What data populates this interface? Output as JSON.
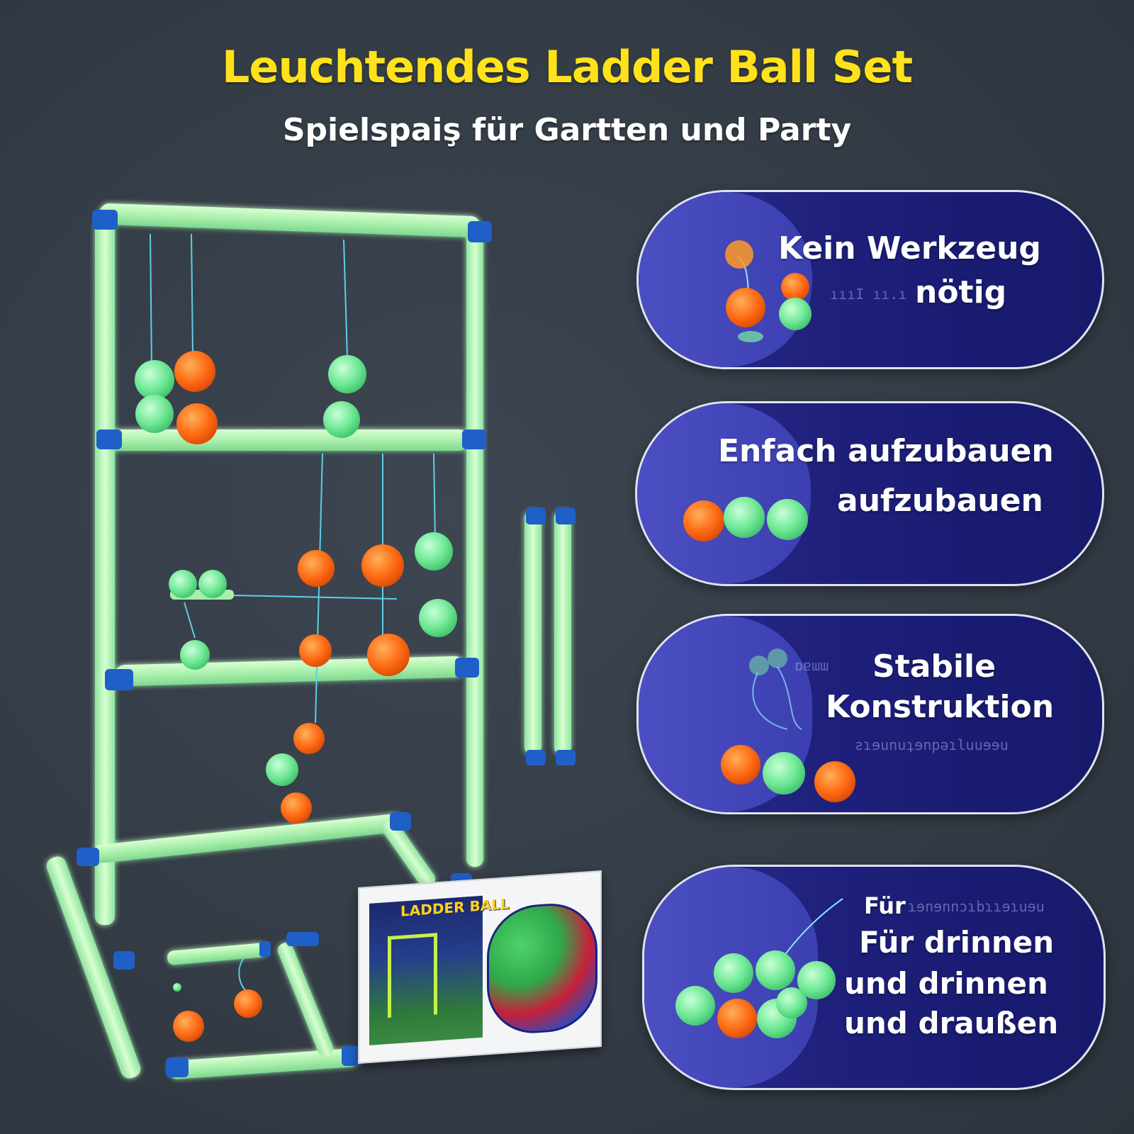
{
  "header": {
    "title": "Leuchtendes Ladder Ball Set",
    "subtitle": "Spielspaiş für Gartten und Party"
  },
  "features": [
    {
      "lines": [
        "Kein Werkzeug",
        "nötig"
      ]
    },
    {
      "lines": [
        "Enfach aufzubauen",
        "aufzubauen"
      ]
    },
    {
      "lines": [
        "Stabile",
        "Konstruktion"
      ]
    },
    {
      "lines": [
        "Für",
        "Für drinnen",
        "und drinnen",
        "und draußen"
      ]
    }
  ],
  "package": {
    "logo_text": "LADDER BALL"
  },
  "colors": {
    "background": "#343c46",
    "title": "#ffe21a",
    "pill": "#1d1f7a",
    "tube_glow": "#b7f5b5",
    "ball_green": "#7ef0a0",
    "ball_orange": "#ff6a1a",
    "connector_blue": "#1f5fc8"
  },
  "icons": [
    "ladder-frame",
    "glow-ball",
    "bola-ball",
    "product-box"
  ]
}
